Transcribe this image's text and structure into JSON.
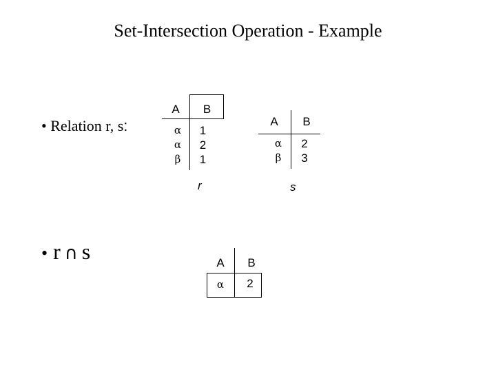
{
  "title": "Set-Intersection Operation - Example",
  "bullets": {
    "b1_marker": "•",
    "b1_text": "Relation r, s",
    "b1_colon": ":",
    "b2_marker": "•",
    "b2_left": "r",
    "b2_op": "∩",
    "b2_right": "s"
  },
  "relation_r": {
    "name": "r",
    "headers": [
      "A",
      "B"
    ],
    "col_a": [
      "α",
      "α",
      "β"
    ],
    "col_b": [
      "1",
      "2",
      "1"
    ]
  },
  "relation_s": {
    "name": "s",
    "headers": [
      "A",
      "B"
    ],
    "col_a": [
      "α",
      "β"
    ],
    "col_b": [
      "2",
      "3"
    ]
  },
  "result": {
    "headers": [
      "A",
      "B"
    ],
    "col_a": [
      "α"
    ],
    "col_b": [
      "2"
    ]
  }
}
